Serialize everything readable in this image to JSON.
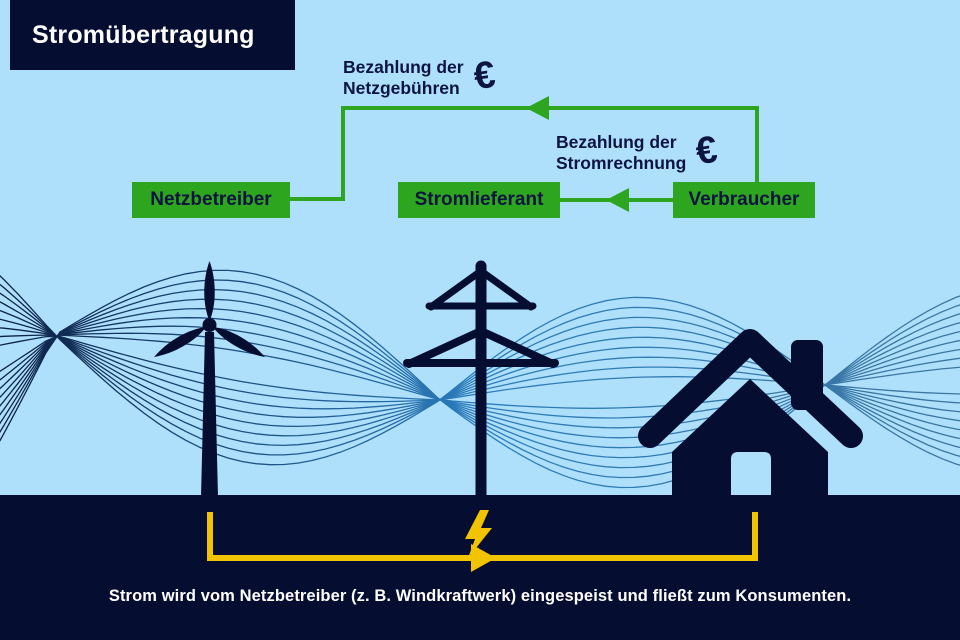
{
  "title": "Stromübertragung",
  "entities": {
    "netzbetreiber": "Netzbetreiber",
    "stromlieferant": "Stromlieferant",
    "verbraucher": "Verbraucher"
  },
  "payments": {
    "netzgebuehren": {
      "line1": "Bezahlung der",
      "line2": "Netzgebühren",
      "symbol": "€",
      "from": "Verbraucher",
      "to": "Netzbetreiber"
    },
    "stromrechnung": {
      "line1": "Bezahlung der",
      "line2": "Stromrechnung",
      "symbol": "€",
      "from": "Verbraucher",
      "to": "Stromlieferant"
    }
  },
  "caption": "Strom wird vom Netzbetreiber (z. B. Windkraftwerk) eingespeist und fließt zum Konsumenten.",
  "illustrations": [
    "wind-turbine",
    "power-pole",
    "house",
    "electric-waves",
    "lightning-bolt"
  ],
  "colors": {
    "background": "#aee0fb",
    "navy": "#050d30",
    "green": "#2ea51f",
    "yellow": "#f2c300",
    "text_dark": "#0d1440",
    "text_light": "#ffffff",
    "wave_dark": "#0c1f44",
    "wave_mid": "#2b7dbd",
    "wave_light": "#3d759f"
  }
}
